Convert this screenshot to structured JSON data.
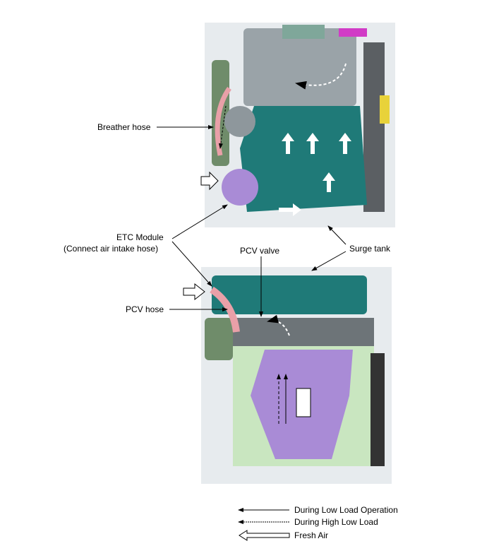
{
  "labels": {
    "breather_hose": "Breather hose",
    "etc_module": "ETC Module",
    "etc_module_note": "(Connect air intake hose)",
    "pcv_valve": "PCV valve",
    "surge_tank": "Surge tank",
    "pcv_hose": "PCV hose"
  },
  "legend": [
    {
      "label": "During Low Load Operation",
      "style": "solid"
    },
    {
      "label": "During High Low Load",
      "style": "dashed"
    },
    {
      "label": "Fresh Air",
      "style": "hollow-arrow"
    }
  ],
  "colors": {
    "intake": "#1f7a78",
    "engine_block": "#c9e6c0",
    "exhaust": "#a98bd6",
    "hose": "#e9a0a8",
    "background_panel": "#e7ebee"
  }
}
